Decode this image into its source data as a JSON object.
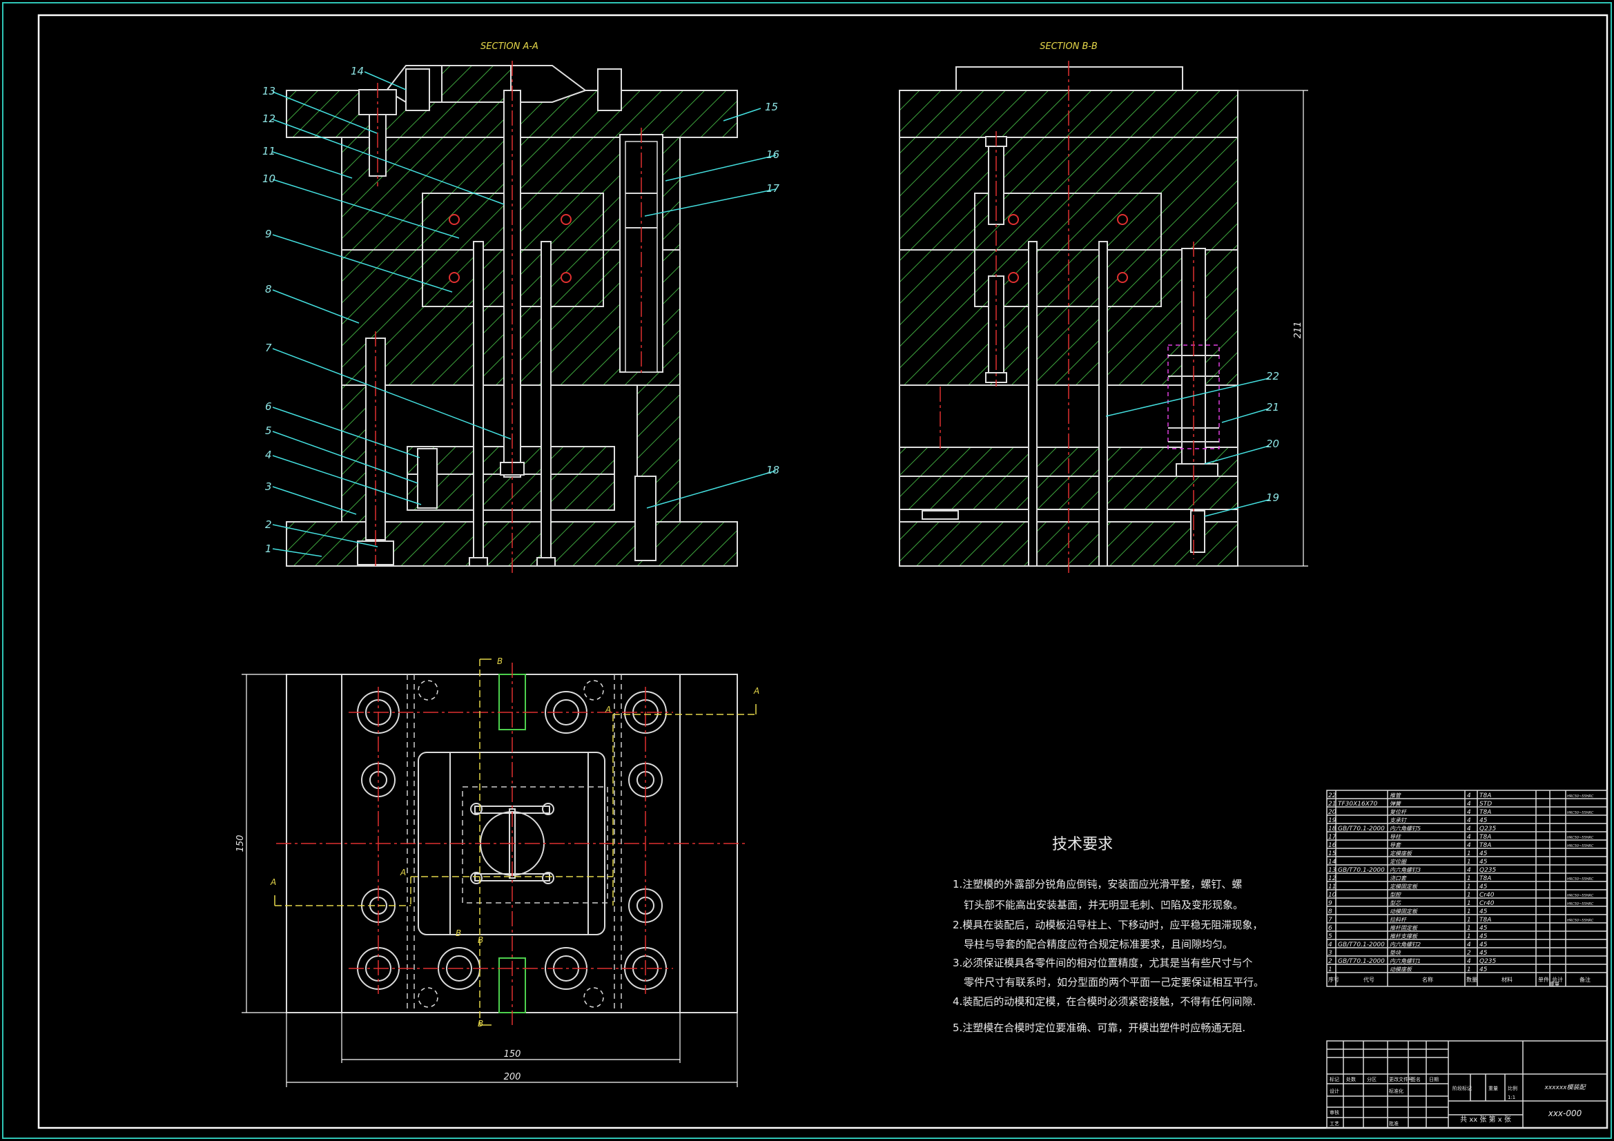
{
  "sections": {
    "a": "SECTION A-A",
    "b": "SECTION B-B"
  },
  "balloons_a": [
    {
      "n": "1"
    },
    {
      "n": "2"
    },
    {
      "n": "3"
    },
    {
      "n": "4"
    },
    {
      "n": "5"
    },
    {
      "n": "6"
    },
    {
      "n": "7"
    },
    {
      "n": "8"
    },
    {
      "n": "9"
    },
    {
      "n": "10"
    },
    {
      "n": "11"
    },
    {
      "n": "12"
    },
    {
      "n": "13"
    },
    {
      "n": "14"
    },
    {
      "n": "15"
    },
    {
      "n": "16"
    },
    {
      "n": "17"
    },
    {
      "n": "18"
    }
  ],
  "balloons_b": [
    {
      "n": "19"
    },
    {
      "n": "20"
    },
    {
      "n": "21"
    },
    {
      "n": "22"
    }
  ],
  "dimensions": {
    "height_b": "211",
    "plan_width_inner": "150",
    "plan_width_outer": "200",
    "plan_height": "150"
  },
  "cut_marks": {
    "a": "A",
    "b": "B"
  },
  "tech": {
    "title": "技术要求",
    "lines": [
      "1.注塑模的外露部分锐角应倒钝，安装面应光滑平整，螺钉、螺",
      "钉头部不能高出安装基面，并无明显毛刺、凹陷及变形现象。",
      "2.模具在装配后，动模板沿导柱上、下移动时，应平稳无阻滞现象，",
      "导柱与导套的配合精度应符合规定标准要求，且间隙均匀。",
      "3.必须保证模具各零件间的相对位置精度，尤其是当有些尺寸与个",
      "零件尺寸有联系时，如分型面的两个平面一己定要保证相互平行。",
      "4.装配后的动模和定模，在合模时必须紧密接触，不得有任何间隙.",
      "5.注塑模在合模时定位要准确、可靠，开模出塑件时应畅通无阻."
    ]
  },
  "bom": [
    {
      "n": "22",
      "std": "",
      "name": "推管",
      "qty": "4",
      "mat": "T8A",
      "note": "HRC50~55HRC"
    },
    {
      "n": "21",
      "std": "TF30X16X70",
      "name": "弹簧",
      "qty": "4",
      "mat": "STD",
      "note": ""
    },
    {
      "n": "20",
      "std": "",
      "name": "复位杆",
      "qty": "4",
      "mat": "T8A",
      "note": "HRC50~55HRC"
    },
    {
      "n": "19",
      "std": "",
      "name": "支承钉",
      "qty": "4",
      "mat": "45",
      "note": ""
    },
    {
      "n": "18",
      "std": "GB/T70.1-2000",
      "name": "内六角螺钉5",
      "qty": "4",
      "mat": "Q235",
      "note": ""
    },
    {
      "n": "17",
      "std": "",
      "name": "导柱",
      "qty": "4",
      "mat": "T8A",
      "note": "HRC50~55HRC"
    },
    {
      "n": "16",
      "std": "",
      "name": "导套",
      "qty": "4",
      "mat": "T8A",
      "note": "HRC50~55HRC"
    },
    {
      "n": "15",
      "std": "",
      "name": "定模座板",
      "qty": "1",
      "mat": "45",
      "note": ""
    },
    {
      "n": "14",
      "std": "",
      "name": "定位圈",
      "qty": "1",
      "mat": "45",
      "note": ""
    },
    {
      "n": "13",
      "std": "GB/T70.1-2000",
      "name": "内六角螺钉3",
      "qty": "4",
      "mat": "Q235",
      "note": ""
    },
    {
      "n": "12",
      "std": "",
      "name": "浇口套",
      "qty": "1",
      "mat": "T8A",
      "note": "HRC50~55HRC"
    },
    {
      "n": "11",
      "std": "",
      "name": "定模固定板",
      "qty": "1",
      "mat": "45",
      "note": ""
    },
    {
      "n": "10",
      "std": "",
      "name": "型腔",
      "qty": "1",
      "mat": "Cr40",
      "note": "HRC50~55HRC"
    },
    {
      "n": "9",
      "std": "",
      "name": "型芯",
      "qty": "1",
      "mat": "Cr40",
      "note": "HRC50~55HRC"
    },
    {
      "n": "8",
      "std": "",
      "name": "动模固定板",
      "qty": "1",
      "mat": "45",
      "note": ""
    },
    {
      "n": "7",
      "std": "",
      "name": "拉料杆",
      "qty": "1",
      "mat": "T8A",
      "note": "HRC50~55HRC"
    },
    {
      "n": "6",
      "std": "",
      "name": "推杆固定板",
      "qty": "1",
      "mat": "45",
      "note": ""
    },
    {
      "n": "5",
      "std": "",
      "name": "推杆支撑板",
      "qty": "1",
      "mat": "45",
      "note": ""
    },
    {
      "n": "4",
      "std": "GB/T70.1-2000",
      "name": "内六角螺钉2",
      "qty": "4",
      "mat": "45",
      "note": ""
    },
    {
      "n": "3",
      "std": "",
      "name": "垫块",
      "qty": "2",
      "mat": "45",
      "note": ""
    },
    {
      "n": "2",
      "std": "GB/T70.1-2000",
      "name": "内六角螺钉1",
      "qty": "4",
      "mat": "Q235",
      "note": ""
    },
    {
      "n": "1",
      "std": "",
      "name": "动模座板",
      "qty": "1",
      "mat": "45",
      "note": ""
    }
  ],
  "bom_header": {
    "seq": "序号",
    "code": "代号",
    "name": "名称",
    "qty": "数量",
    "mat": "材料",
    "single": "单件",
    "total": "总计",
    "weight": "重量",
    "remark": "备注"
  },
  "title_block": {
    "drawing_name": "xxxxxx模装配",
    "drawing_no": "xxx-000",
    "sheet": "共 xx 张  第 x 张",
    "scale": "1:1",
    "stage": "阶段标记",
    "weight": "重量",
    "scale_label": "比例",
    "mark": "标记",
    "count": "处数",
    "zone": "分区",
    "change_doc": "更改文件号",
    "sign": "签名",
    "date": "日期",
    "design": "设计",
    "standardize": "标准化",
    "review": "审核",
    "process": "工艺",
    "approve": "批准"
  },
  "colors": {
    "background": "#000000",
    "hatch": "#3fa83f",
    "frame": "#2fc7b7",
    "leader": "#44e0e0",
    "centerline": "#e03030",
    "section_label": "#e6d84a"
  }
}
